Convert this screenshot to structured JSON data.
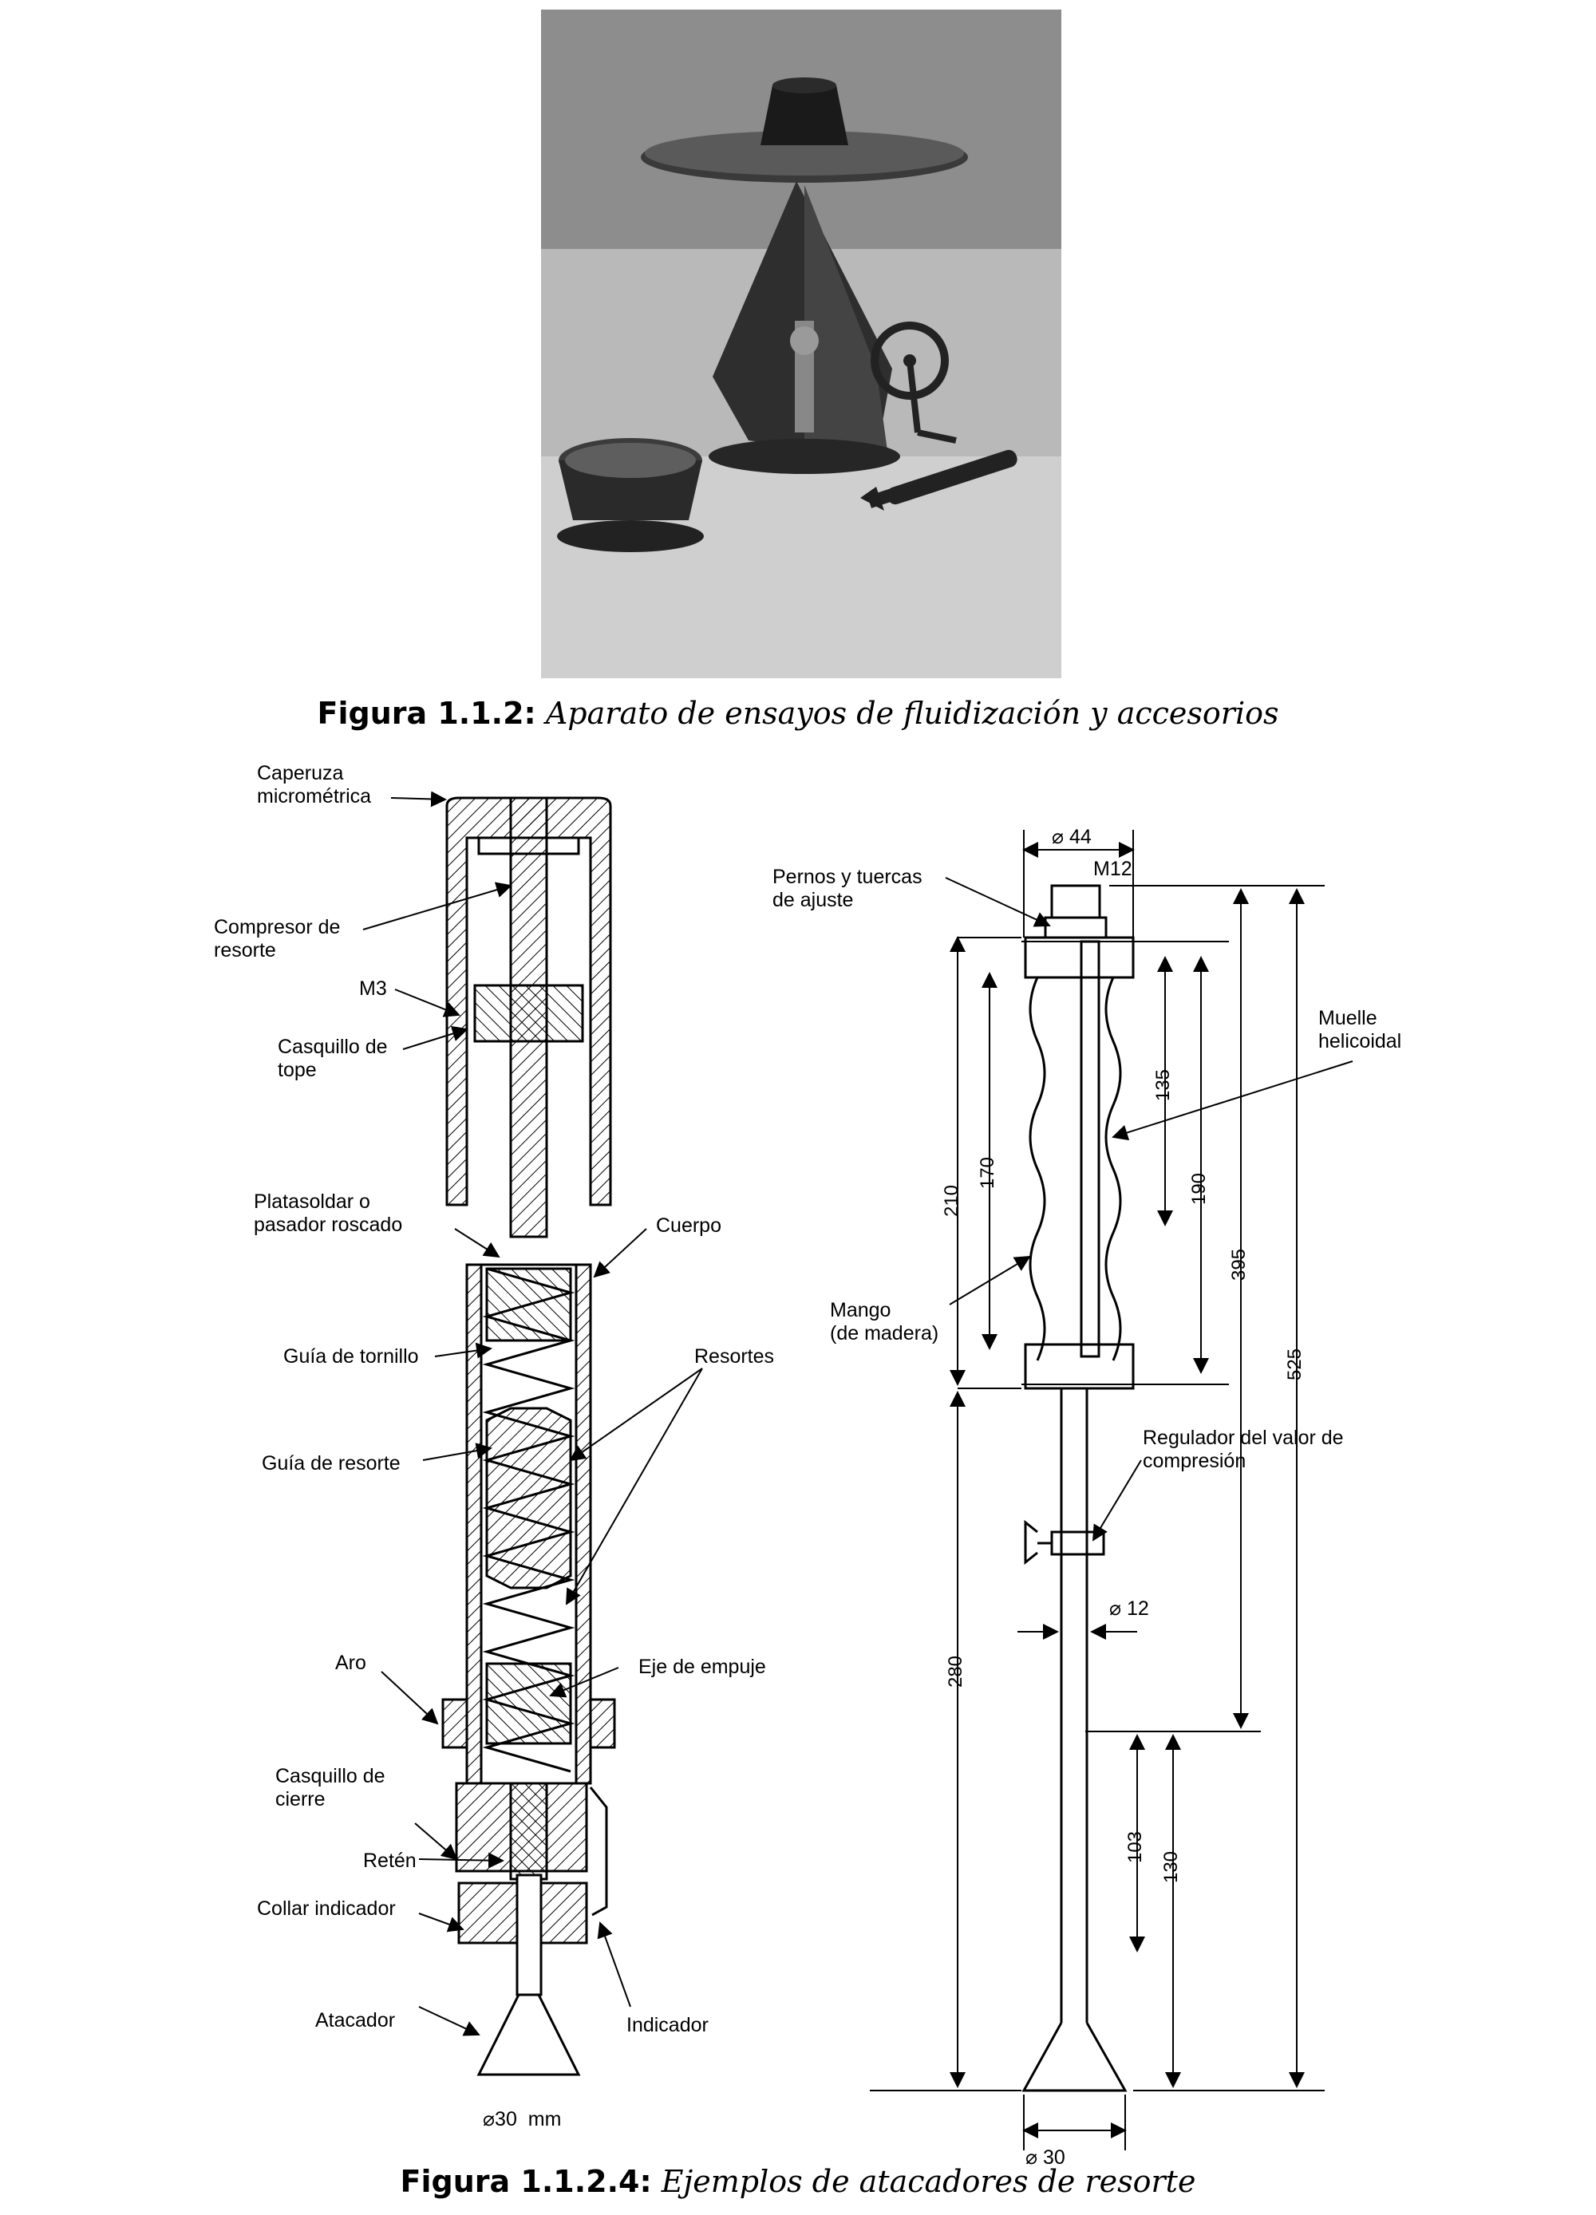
{
  "photo": {
    "caption_label": "Figura 1.1.2:",
    "caption_text": "Aparato de ensayos de fluidización y accesorios"
  },
  "figure2": {
    "caption_label": "Figura 1.1.2.4:",
    "caption_text": "Ejemplos de atacadores de resorte",
    "left_labels": {
      "caperuza": "Caperuza\nmicrométrica",
      "compresor": "Compresor de\nresorte",
      "m3": "M3",
      "casquillo_tope": "Casquillo de\ntope",
      "platasoldar": "Platasoldar o\npasador roscado",
      "cuerpo": "Cuerpo",
      "guia_tornillo": "Guía de tornillo",
      "resortes": "Resortes",
      "guia_resorte": "Guía de resorte",
      "aro": "Aro",
      "eje_empuje": "Eje de empuje",
      "casquillo_cierre": "Casquillo de\ncierre",
      "reten": "Retén",
      "collar": "Collar indicador",
      "indicador": "Indicador",
      "atacador": "Atacador",
      "diam30mm": "⌀30  mm"
    },
    "right_labels": {
      "pernos": "Pernos y tuercas\nde ajuste",
      "muelle": "Muelle\nhelicoidal",
      "mango": "Mango\n(de madera)",
      "regulador": "Regulador del valor de\ncompresión",
      "d44": "⌀ 44",
      "m12": "M12",
      "d12": "⌀ 12",
      "d30": "⌀ 30",
      "v135": "135",
      "v170": "170",
      "v190": "190",
      "v210": "210",
      "v395": "395",
      "v525": "525",
      "v280": "280",
      "v103": "103",
      "v130": "130"
    }
  }
}
